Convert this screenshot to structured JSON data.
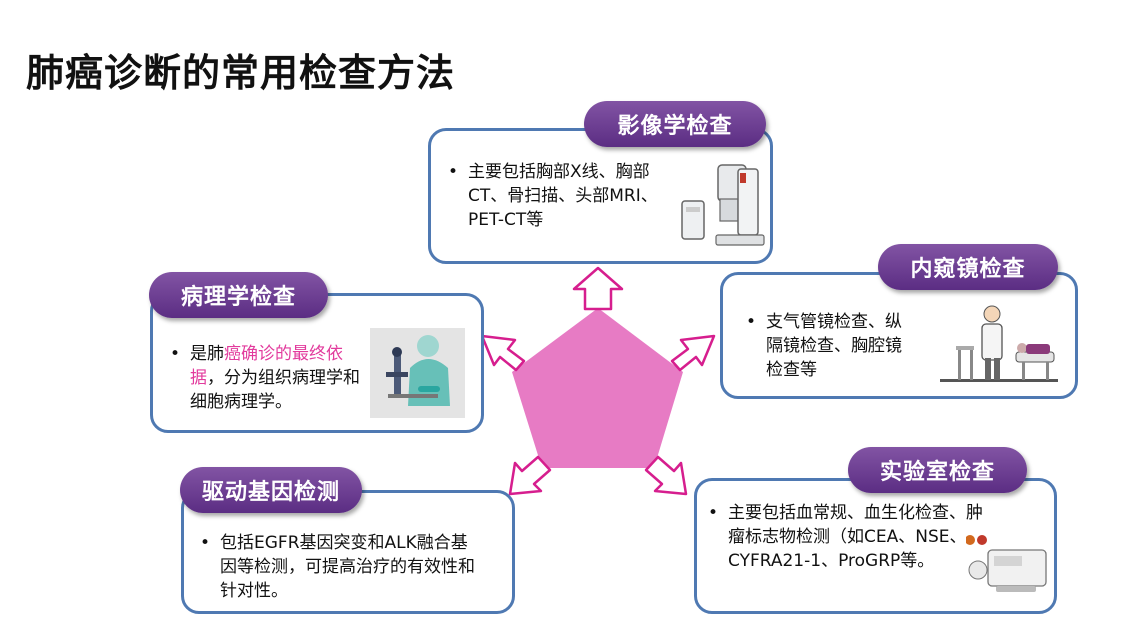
{
  "title": "肺癌诊断的常用检查方法",
  "bullet": "•",
  "cards": {
    "imaging": {
      "label": "影像学检查",
      "text": "主要包括胸部X线、胸部CT、骨扫描、头部MRI、PET-CT等",
      "icon": "xray-machine-icon"
    },
    "endoscopy": {
      "label": "内窥镜检查",
      "text": "支气管镜检查、纵隔镜检查、胸腔镜检查等",
      "icon": "doctor-patient-icon"
    },
    "pathology": {
      "label": "病理学检查",
      "text_pre": "是肺",
      "text_highlight": "癌确诊的最终依据",
      "text_post": "，分为组织病理学和细胞病理学。",
      "icon": "microscope-scientist-icon"
    },
    "gene": {
      "label": "驱动基因检测",
      "text": "包括EGFR基因突变和ALK融合基因等检测，可提高治疗的有效性和针对性。"
    },
    "lab": {
      "label": "实验室检查",
      "text": "主要包括血常规、血生化检查、肿瘤标志物检测（如CEA、NSE、CYFRA21-1、ProGRP等。",
      "icon": "lab-analyzer-icon"
    }
  },
  "colors": {
    "border": "#4f79b2",
    "pill": "#6b3d93",
    "pentagon": "#e77bc4",
    "highlight": "#e23b9d"
  }
}
